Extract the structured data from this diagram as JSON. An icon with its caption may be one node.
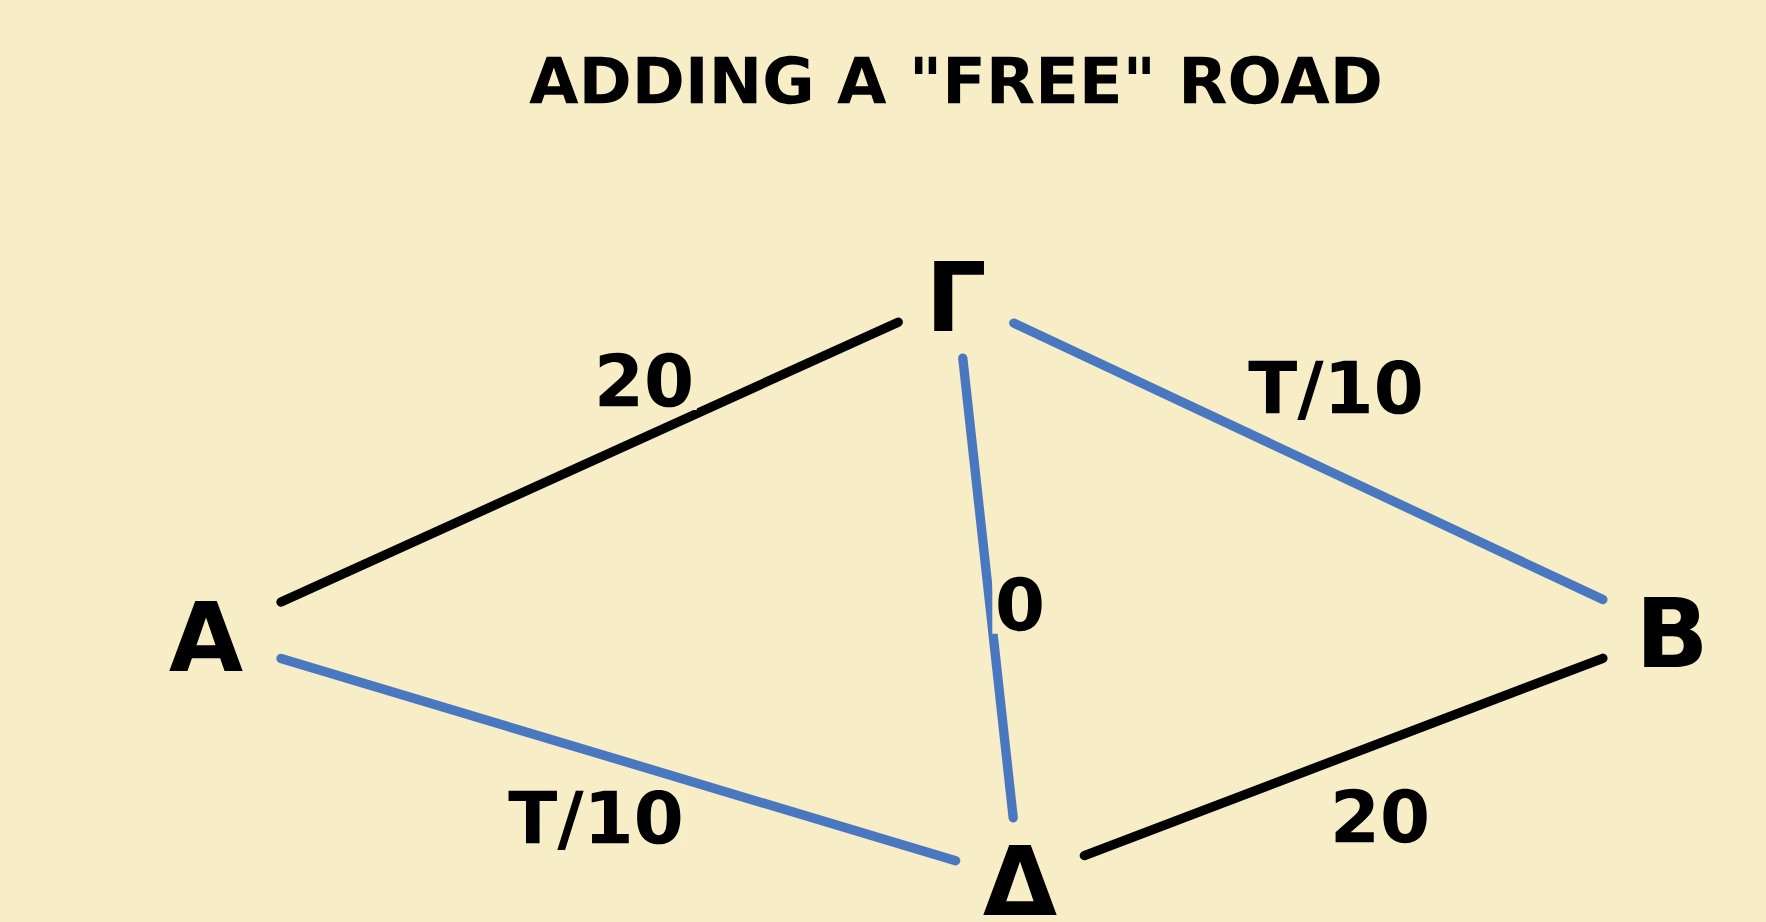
{
  "diagram": {
    "title": "ADDING A \"FREE\" ROAD",
    "nodes": [
      {
        "text": [
          "A"
        ]
      },
      {
        "text": [
          "Γ"
        ]
      },
      {
        "text": [
          "B"
        ]
      },
      {
        "text": [
          "Δ"
        ]
      }
    ],
    "edges": [
      {
        "from": 0,
        "to": 1,
        "arrow": "none",
        "label": "20",
        "color": "#000000"
      },
      {
        "from": 1,
        "to": 2,
        "arrow": "none",
        "label": "T/10"
      },
      {
        "from": 1,
        "to": 3,
        "arrow": "none",
        "label": "0"
      },
      {
        "from": 0,
        "to": 3,
        "arrow": "none",
        "label": "T/10"
      },
      {
        "from": 3,
        "to": 2,
        "arrow": "none",
        "label": "20",
        "color": "#000000"
      }
    ]
  }
}
